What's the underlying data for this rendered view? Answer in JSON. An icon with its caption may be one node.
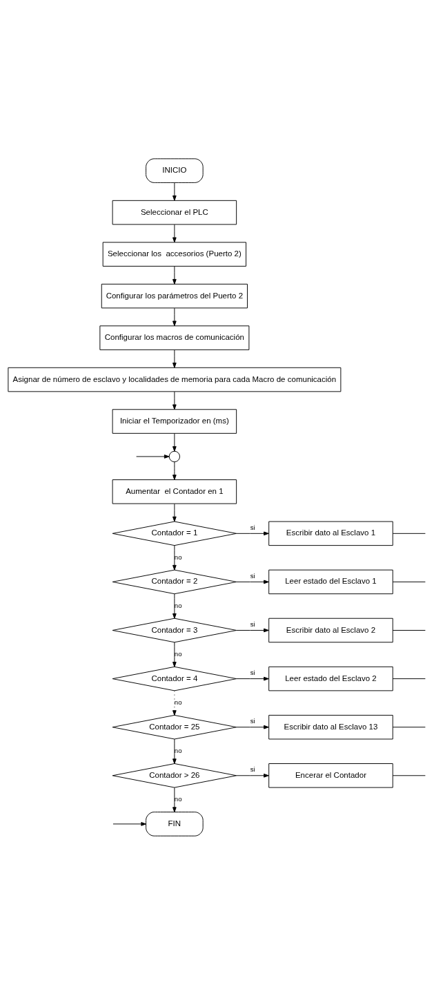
{
  "diagram": {
    "nodes": [
      {
        "text": [
          "INICIO"
        ]
      },
      {
        "text": [
          "Seleccionar el PLC"
        ]
      },
      {
        "text": [
          "Seleccionar los  accesorios (Puerto 2)"
        ]
      },
      {
        "text": [
          "Configurar los parámetros del Puerto 2"
        ]
      },
      {
        "text": [
          "Configurar los macros de comunicación"
        ]
      },
      {
        "text": [
          "Asignar de número de esclavo y localidades de memoria para cada Macro de comunicación"
        ]
      },
      {
        "text": [
          "Iniciar el Temporizador en (ms)"
        ]
      },
      {
        "text": [],
        "shape": "circle"
      },
      {
        "text": [
          "Aumentar  el Contador en 1"
        ]
      },
      {
        "text": [
          "Contador = 1"
        ]
      },
      {
        "text": [
          "Escribir dato al Esclavo 1"
        ]
      },
      {
        "text": [
          "Contador = 2"
        ]
      },
      {
        "text": [
          "Leer estado del Esclavo 1"
        ]
      },
      {
        "text": [
          "Contador = 3"
        ]
      },
      {
        "text": [
          "Escribir dato al Esclavo 2"
        ]
      },
      {
        "text": [
          "Contador = 4"
        ]
      },
      {
        "text": [
          "Leer estado del Esclavo 2"
        ]
      },
      {
        "text": [
          "Contador = 25"
        ]
      },
      {
        "text": [
          "Escribir dato al Esclavo 13"
        ]
      },
      {
        "text": [
          "Contador > 26"
        ]
      },
      {
        "text": [
          "Encerar el Contador"
        ]
      },
      {
        "text": [
          "FIN"
        ]
      }
    ],
    "edges": [
      {
        "from": 0,
        "to": 1,
        "arrow": "to"
      },
      {
        "from": 1,
        "to": 2,
        "arrow": "to"
      },
      {
        "from": 2,
        "to": 3,
        "arrow": "to"
      },
      {
        "from": 3,
        "to": 4,
        "arrow": "to"
      },
      {
        "from": 4,
        "to": 5,
        "arrow": "to"
      },
      {
        "from": 5,
        "to": 6,
        "arrow": "to"
      },
      {
        "from": 6,
        "to": 7,
        "arrow": "to"
      },
      {
        "from": null,
        "to": 7,
        "arrow": "to"
      },
      {
        "from": 7,
        "to": 8,
        "arrow": "to"
      },
      {
        "from": 8,
        "to": 9,
        "arrow": "to"
      },
      {
        "from": 9,
        "to": 10,
        "arrow": "to",
        "label": "si"
      },
      {
        "from": 10,
        "to": null,
        "arrow": "none"
      },
      {
        "from": 9,
        "to": 11,
        "arrow": "to",
        "label": "no"
      },
      {
        "from": 11,
        "to": 12,
        "arrow": "to",
        "label": "si"
      },
      {
        "from": 12,
        "to": null,
        "arrow": "none"
      },
      {
        "from": 11,
        "to": 13,
        "arrow": "to",
        "label": "no"
      },
      {
        "from": 13,
        "to": 14,
        "arrow": "to",
        "label": "si"
      },
      {
        "from": 14,
        "to": null,
        "arrow": "none"
      },
      {
        "from": 13,
        "to": 15,
        "arrow": "to",
        "label": "no"
      },
      {
        "from": 15,
        "to": 16,
        "arrow": "to",
        "label": "si"
      },
      {
        "from": 16,
        "to": null,
        "arrow": "none"
      },
      {
        "from": 15,
        "to": 17,
        "arrow": "to",
        "label": "no",
        "style": "dashed"
      },
      {
        "from": 17,
        "to": 18,
        "arrow": "to",
        "label": "si"
      },
      {
        "from": 18,
        "to": null,
        "arrow": "none"
      },
      {
        "from": 17,
        "to": 19,
        "arrow": "to",
        "label": "no"
      },
      {
        "from": 19,
        "to": 20,
        "arrow": "to",
        "label": "si"
      },
      {
        "from": 20,
        "to": null,
        "arrow": "none"
      },
      {
        "from": 19,
        "to": 21,
        "arrow": "to",
        "label": "no"
      },
      {
        "from": null,
        "to": 21,
        "arrow": "to"
      }
    ]
  }
}
